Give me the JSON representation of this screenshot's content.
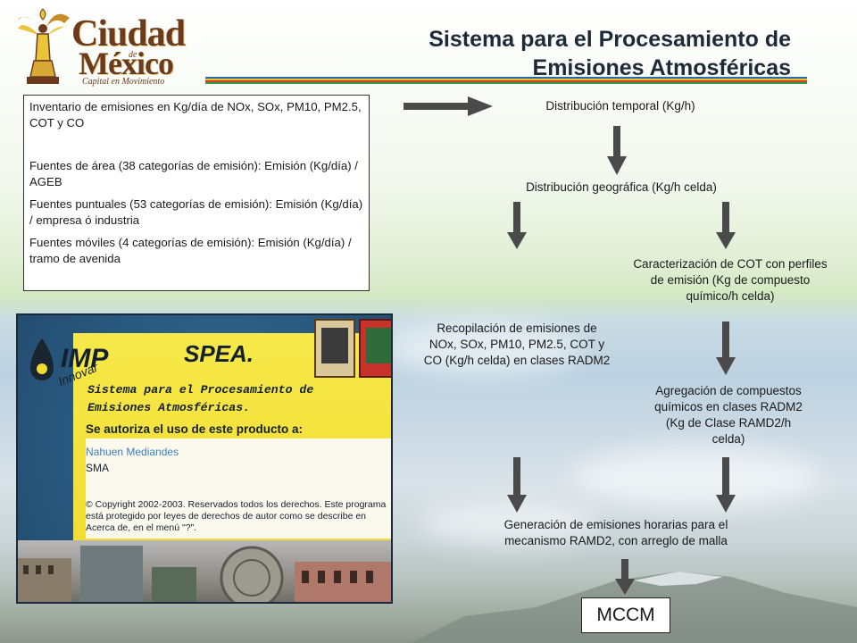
{
  "header": {
    "title_line1": "Sistema para el Procesamiento de",
    "title_line2": "Emisiones Atmosféricas",
    "rule_colors": [
      "#2b6cb0",
      "#e9c229",
      "#d33a2c",
      "#3a9a44"
    ]
  },
  "logo": {
    "line1": "Ciudad",
    "de": "de",
    "line2": "México",
    "tagline": "Capital en Movimiento",
    "colors": {
      "text": "#6e3a1e",
      "gold": "#e8c43a"
    }
  },
  "inventory": {
    "items": [
      "Inventario de emisiones en Kg/día de NOx, SOx, PM10, PM2.5, COT y CO",
      "Fuentes de área (38 categorías de emisión): Emisión (Kg/día) / AGEB",
      "Fuentes puntuales (53 categorías de emisión): Emisión (Kg/día) / empresa ó industria",
      "Fuentes móviles (4 categorías de emisión): Emisión (Kg/día) / tramo de avenida"
    ]
  },
  "flow": {
    "temporal": "Distribución temporal (Kg/h)",
    "geographic": "Distribución geográfica (Kg/h celda)",
    "cot": "Caracterización de COT con perfiles de emisión (Kg de compuesto químico/h celda)",
    "recopilacion": "Recopilación de emisiones de NOx, SOx, PM10, PM2.5, COT y CO (Kg/h celda) en clases RADM2",
    "agregacion": "Agregación de compuestos químicos en clases RADM2 (Kg de Clase RAMD2/h celda)",
    "generacion": "Generación de emisiones horarias para el mecanismo RAMD2, con arreglo de malla",
    "mccm": "MCCM",
    "arrow_color": "#4a4a4a"
  },
  "splash": {
    "imp": "IMP",
    "innovar": "Innovar",
    "spea": "SPEA.",
    "system_line1": "Sistema para el Procesamiento de",
    "system_line2": "Emisiones Atmosféricas.",
    "authorization": "Se autoriza el uso de este producto a:",
    "user": "Nahuen Mediandes",
    "org": "SMA",
    "copyright": "© Copyright 2002-2003. Reservados todos los derechos. Este programa está protegido por leyes de derechos de autor como se describe en Acerca de, en el menú \"?\"."
  }
}
